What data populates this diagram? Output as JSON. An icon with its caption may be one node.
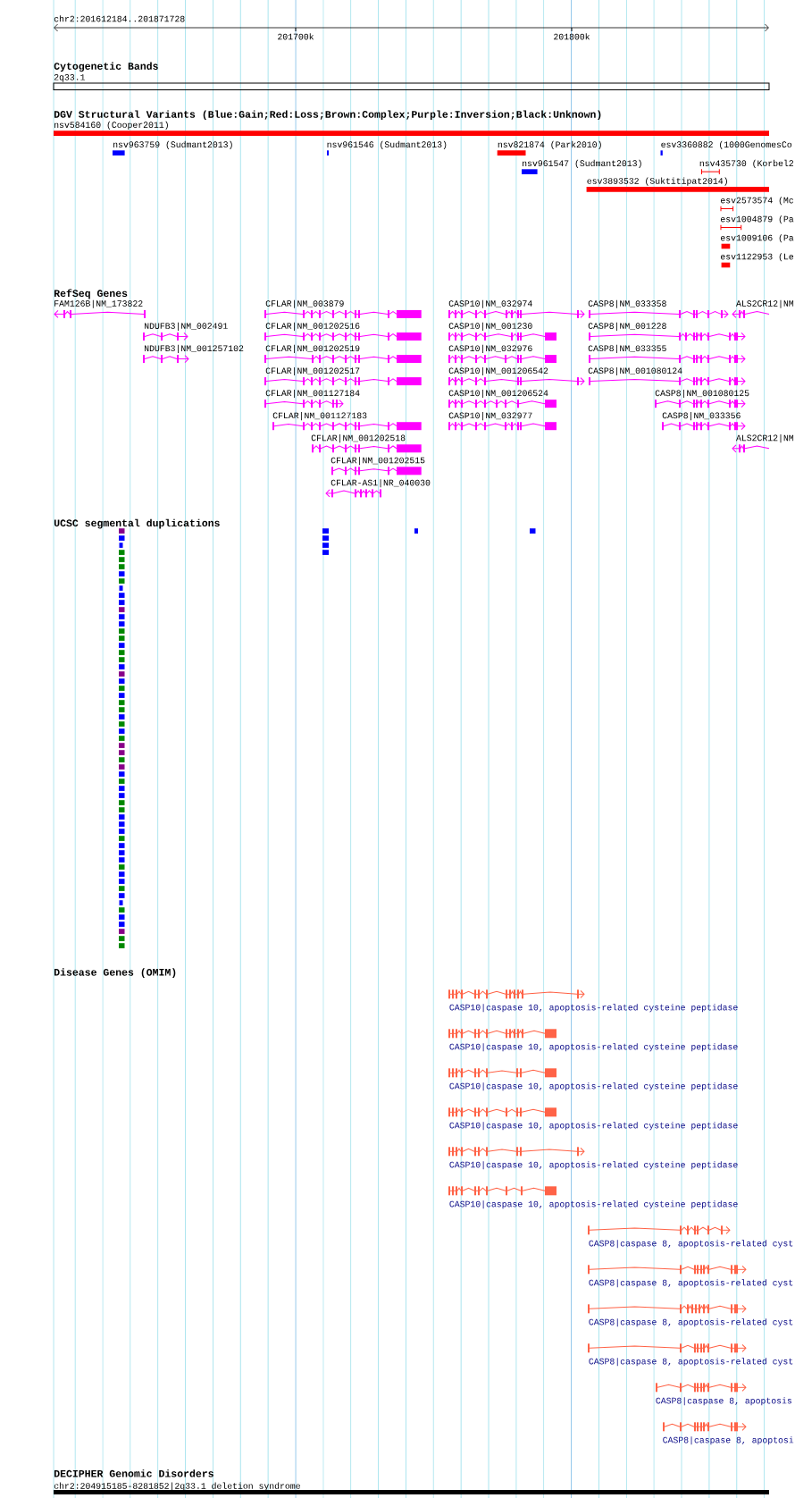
{
  "diagram": {
    "nodes": [
      {
        "text": [
          "2q33.1"
        ]
      },
      {
        "text": [
          "nsv584160 (Cooper2011)"
        ]
      },
      {
        "text": [
          "nsv963759 (Sudmant2013)"
        ]
      },
      {
        "text": [
          "nsv961546 (Sudmant2013)"
        ]
      },
      {
        "text": [
          "nsv821874 (Park2010)"
        ]
      },
      {
        "text": [
          "esv3360882 (1000GenomesCo"
        ]
      },
      {
        "text": [
          "nsv961547 (Sudmant2013)"
        ]
      },
      {
        "text": [
          "nsv435730 (Korbel2"
        ]
      },
      {
        "text": [
          "esv3893532 (Suktitipat2014)"
        ]
      },
      {
        "text": [
          "esv2573574 (Mc"
        ]
      },
      {
        "text": [
          "esv1004879 (Pa"
        ]
      },
      {
        "text": [
          "esv1009106 (Pa"
        ]
      },
      {
        "text": [
          "esv1122953 (Le"
        ]
      },
      {
        "text": [
          "FAM126B|NM_173822"
        ]
      },
      {
        "text": [
          "CFLAR|NM_003879"
        ]
      },
      {
        "text": [
          "CASP10|NM_032974"
        ]
      },
      {
        "text": [
          "CASP8|NM_033358"
        ]
      },
      {
        "text": [
          "ALS2CR12|NM"
        ]
      },
      {
        "text": [
          "NDUFB3|NM_002491"
        ]
      },
      {
        "text": [
          "CFLAR|NM_001202516"
        ]
      },
      {
        "text": [
          "CASP10|NM_001230"
        ]
      },
      {
        "text": [
          "CASP8|NM_001228"
        ]
      },
      {
        "text": [
          "NDUFB3|NM_001257102"
        ]
      },
      {
        "text": [
          "CFLAR|NM_001202519"
        ]
      },
      {
        "text": [
          "CASP10|NM_032976"
        ]
      },
      {
        "text": [
          "CASP8|NM_033355"
        ]
      },
      {
        "text": [
          "CFLAR|NM_001202517"
        ]
      },
      {
        "text": [
          "CASP10|NM_001206542"
        ]
      },
      {
        "text": [
          "CASP8|NM_001080124"
        ]
      },
      {
        "text": [
          "CFLAR|NM_001127184"
        ]
      },
      {
        "text": [
          "CASP10|NM_001206524"
        ]
      },
      {
        "text": [
          "CASP8|NM_001080125"
        ]
      },
      {
        "text": [
          "CFLAR|NM_001127183"
        ]
      },
      {
        "text": [
          "CASP10|NM_032977"
        ]
      },
      {
        "text": [
          "CASP8|NM_033356"
        ]
      },
      {
        "text": [
          "CFLAR|NM_001202518"
        ]
      },
      {
        "text": [
          "ALS2CR12|NM"
        ]
      },
      {
        "text": [
          "CFLAR|NM_001202515"
        ]
      },
      {
        "text": [
          "CFLAR-AS1|NR_040030"
        ]
      },
      {
        "text": [],
        "shape": "box"
      },
      {
        "text": [],
        "shape": "box"
      },
      {
        "text": [],
        "shape": "box"
      },
      {
        "text": [],
        "shape": "box"
      },
      {
        "text": [],
        "shape": "box"
      },
      {
        "text": [],
        "shape": "box"
      },
      {
        "text": [],
        "shape": "box"
      },
      {
        "text": [],
        "shape": "box"
      },
      {
        "text": [],
        "shape": "box"
      },
      {
        "text": [],
        "shape": "box"
      },
      {
        "text": [],
        "shape": "box"
      },
      {
        "text": [],
        "shape": "box"
      },
      {
        "text": [],
        "shape": "box"
      },
      {
        "text": [],
        "shape": "box"
      },
      {
        "text": [],
        "shape": "box"
      },
      {
        "text": [],
        "shape": "box"
      },
      {
        "text": [],
        "shape": "box"
      },
      {
        "text": [],
        "shape": "box"
      },
      {
        "text": [],
        "shape": "box"
      },
      {
        "text": [],
        "shape": "box"
      },
      {
        "text": [],
        "shape": "box"
      },
      {
        "text": [],
        "shape": "box"
      },
      {
        "text": [],
        "shape": "box"
      },
      {
        "text": [],
        "shape": "box"
      },
      {
        "text": [],
        "shape": "box"
      },
      {
        "text": [],
        "shape": "box"
      },
      {
        "text": [],
        "shape": "box"
      },
      {
        "text": [],
        "shape": "box"
      },
      {
        "text": [],
        "shape": "box"
      },
      {
        "text": [],
        "shape": "box"
      },
      {
        "text": [],
        "shape": "box"
      },
      {
        "text": [],
        "shape": "box"
      },
      {
        "text": [],
        "shape": "box"
      },
      {
        "text": [],
        "shape": "box"
      },
      {
        "text": [],
        "shape": "box"
      },
      {
        "text": [],
        "shape": "box"
      },
      {
        "text": [],
        "shape": "box"
      },
      {
        "text": [],
        "shape": "box"
      },
      {
        "text": [],
        "shape": "box"
      },
      {
        "text": [],
        "shape": "box"
      },
      {
        "text": [],
        "shape": "box"
      },
      {
        "text": [],
        "shape": "box"
      },
      {
        "text": [],
        "shape": "box"
      },
      {
        "text": [],
        "shape": "box"
      },
      {
        "text": [],
        "shape": "box"
      },
      {
        "text": [],
        "shape": "box"
      },
      {
        "text": [],
        "shape": "box"
      },
      {
        "text": [],
        "shape": "box"
      },
      {
        "text": [],
        "shape": "box"
      },
      {
        "text": [],
        "shape": "box"
      },
      {
        "text": [],
        "shape": "box"
      },
      {
        "text": [],
        "shape": "box"
      },
      {
        "text": [],
        "shape": "box"
      },
      {
        "text": [],
        "shape": "box"
      },
      {
        "text": [],
        "shape": "box"
      },
      {
        "text": [],
        "shape": "box"
      },
      {
        "text": [],
        "shape": "box"
      },
      {
        "text": [],
        "shape": "box"
      },
      {
        "text": [],
        "shape": "box"
      },
      {
        "text": [],
        "shape": "box"
      },
      {
        "text": [],
        "shape": "box"
      },
      {
        "text": [],
        "shape": "box"
      },
      {
        "text": [],
        "shape": "box"
      },
      {
        "text": [],
        "shape": "box"
      },
      {
        "text": [],
        "shape": "box"
      },
      {
        "text": [
          "CASP10|caspase 10, apoptosis-related cysteine peptidase"
        ]
      },
      {
        "text": [
          "CASP10|caspase 10, apoptosis-related cysteine peptidase"
        ]
      },
      {
        "text": [
          "CASP10|caspase 10, apoptosis-related cysteine peptidase"
        ]
      },
      {
        "text": [
          "CASP10|caspase 10, apoptosis-related cysteine peptidase"
        ]
      },
      {
        "text": [
          "CASP10|caspase 10, apoptosis-related cysteine peptidase"
        ]
      },
      {
        "text": [
          "CASP10|caspase 10, apoptosis-related cysteine peptidase"
        ]
      },
      {
        "text": [
          "CASP8|caspase 8, apoptosis-related cyst"
        ]
      },
      {
        "text": [
          "CASP8|caspase 8, apoptosis-related cyst"
        ]
      },
      {
        "text": [
          "CASP8|caspase 8, apoptosis-related cyst"
        ]
      },
      {
        "text": [
          "CASP8|caspase 8, apoptosis-related cyst"
        ]
      },
      {
        "text": [
          "CASP8|caspase 8, apoptosis"
        ]
      },
      {
        "text": [
          "CASP8|caspase 8, apoptosi"
        ]
      },
      {
        "text": [
          "chr2:204915185-8281852|2q33.1 deletion syndrome"
        ]
      }
    ],
    "labels": [
      "chr2:201612184..201871728",
      "201700k",
      "201800k",
      "Cytogenetic Bands",
      "DGV Structural Variants (Blue:Gain;Red:Loss;Brown:Complex;Purple:Inversion;Black:Unknown)",
      "RefSeq Genes",
      "UCSC segmental duplications",
      "Disease Genes (OMIM)",
      "DECIPHER Genomic Disorders"
    ]
  }
}
